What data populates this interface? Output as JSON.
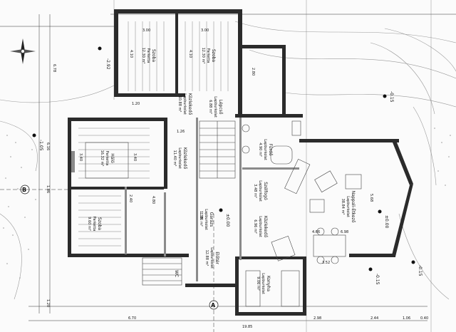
{
  "rooms": [
    {
      "name": "Szoba",
      "floor": "Parketta",
      "area": "12.30 m²"
    },
    {
      "name": "Szoba",
      "floor": "Parketta",
      "area": "12.30 m²"
    },
    {
      "name": "Lépcső",
      "floor": "Lapburkolat",
      "area": "6.88 m²"
    },
    {
      "name": "Közlekedő",
      "floor": "Lapburkolat",
      "area": "10.88 m²"
    },
    {
      "name": "Háló",
      "floor": "Parketta",
      "area": "16.32 m²"
    },
    {
      "name": "Közlekedő",
      "floor": "Lapburkolat",
      "area": "11.40 m²"
    },
    {
      "name": "Fürdő",
      "floor": "Lapburkolat",
      "area": "4.90 m²"
    },
    {
      "name": "Szélfogó",
      "floor": "Lapburkolat",
      "area": "3.48 m²"
    },
    {
      "name": "Nappali-Étkező",
      "floor": "Lapburkolat",
      "area": "38.84 m²"
    },
    {
      "name": "Közlekedő",
      "floor": "Lapburkolat",
      "area": "6.96 m²"
    },
    {
      "name": "Szoba",
      "floor": "Parketta",
      "area": "9.60 m²"
    },
    {
      "name": "Garázs",
      "floor": "Lapburkolat",
      "area": "1.36 m²"
    },
    {
      "name": "Előtér",
      "floor": "Lapburkolat",
      "area": "12.88 m²"
    },
    {
      "name": "Konyha",
      "floor": "Lapburkolat",
      "area": "9.06 m²"
    },
    {
      "name": "WC",
      "floor": "",
      "area": ""
    }
  ],
  "levels": [
    "-2.92",
    "-0.15",
    "-1.05",
    "±0.00",
    "±0.00",
    "-0.15",
    "-0.15"
  ],
  "dims": {
    "bottom": [
      "19.85",
      "6.70",
      "2.98",
      "2.44",
      "1.06",
      "0.40"
    ],
    "left": [
      "6.78",
      "6.16",
      "1.86",
      "1.20"
    ],
    "inner": [
      "3.00",
      "3.00",
      "4.10",
      "4.10",
      "3.40",
      "3.40",
      "1.20",
      "2.80",
      "4.66",
      "6.98",
      "5.68",
      "3.52",
      "1.38",
      "1.26",
      "2.40",
      "4.80"
    ]
  },
  "section_marks": {
    "a": "A",
    "b": "B"
  },
  "chart_title": ""
}
